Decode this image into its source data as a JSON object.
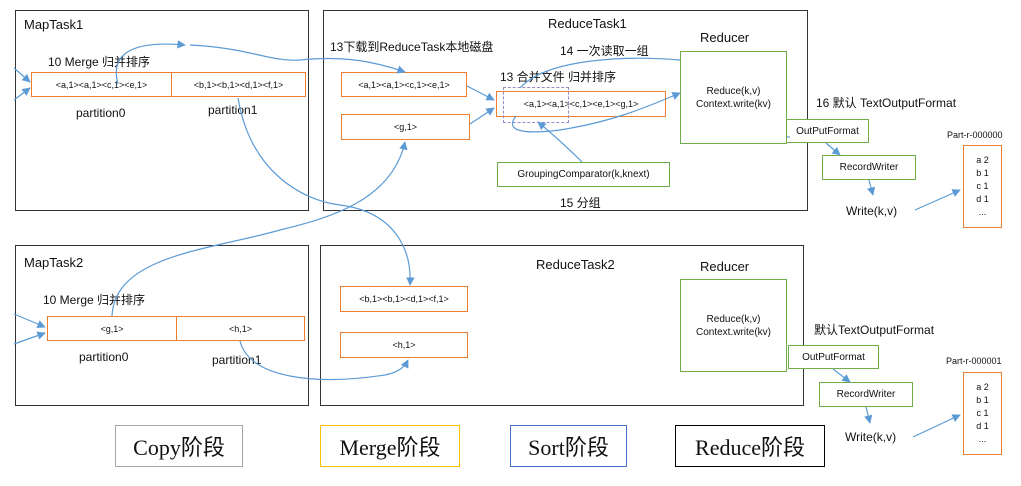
{
  "map1": {
    "title": "MapTask1",
    "merge_label": "10 Merge 归并排序",
    "p0": "<a,1><a,1><c,1><e,1>",
    "p1": "<b,1><b,1><d,1><f,1>",
    "p0_label": "partition0",
    "p1_label": "partition1"
  },
  "map2": {
    "title": "MapTask2",
    "merge_label": "10 Merge 归并排序",
    "p0": "<g,1>",
    "p1": "<h,1>",
    "p0_label": "partition0",
    "p1_label": "partition1"
  },
  "reduce1": {
    "title": "ReduceTask1",
    "step13_download": "13下载到ReduceTask本地磁盘",
    "step14": "14 一次读取一组",
    "step13_merge": "13 合并文件 归并排序",
    "box_a": "<a,1><a,1><c,1><e,1>",
    "box_g": "<g,1>",
    "merged": "<a,1><a,1><c,1><e,1><g,1>",
    "grouping": "GroupingComparator(k,knext)",
    "step15": "15 分组",
    "reducer_title": "Reducer",
    "reducer_line1": "Reduce(k,v)",
    "reducer_line2": "Context.write(kv)"
  },
  "reduce2": {
    "title": "ReduceTask2",
    "box_b": "<b,1><b,1><d,1><f,1>",
    "box_h": "<h,1>",
    "reducer_title": "Reducer",
    "reducer_line1": "Reduce(k,v)",
    "reducer_line2": "Context.write(kv)"
  },
  "output1": {
    "label": "16 默认 TextOutputFormat",
    "outputformat": "OutPutFormat",
    "recordwriter": "RecordWriter",
    "write": "Write(k,v)",
    "file_name": "Part-r-000000",
    "file_lines": [
      "a 2",
      "b 1",
      "c 1",
      "d 1",
      "..."
    ]
  },
  "output2": {
    "label": "默认TextOutputFormat",
    "outputformat": "OutPutFormat",
    "recordwriter": "RecordWriter",
    "write": "Write(k,v)",
    "file_name": "Part-r-000001",
    "file_lines": [
      "a 2",
      "b 1",
      "c 1",
      "d 1",
      "..."
    ]
  },
  "legend": {
    "copy": "Copy阶段",
    "merge": "Merge阶段",
    "sort": "Sort阶段",
    "reduce": "Reduce阶段",
    "copy_color": "#a6a6a6",
    "merge_color": "#ffc000",
    "sort_color": "#4472c4",
    "reduce_color": "#000000"
  },
  "colors": {
    "arrow": "#5b9bd5",
    "orange_box": "#ed7d31",
    "green_box": "#70ad47"
  }
}
